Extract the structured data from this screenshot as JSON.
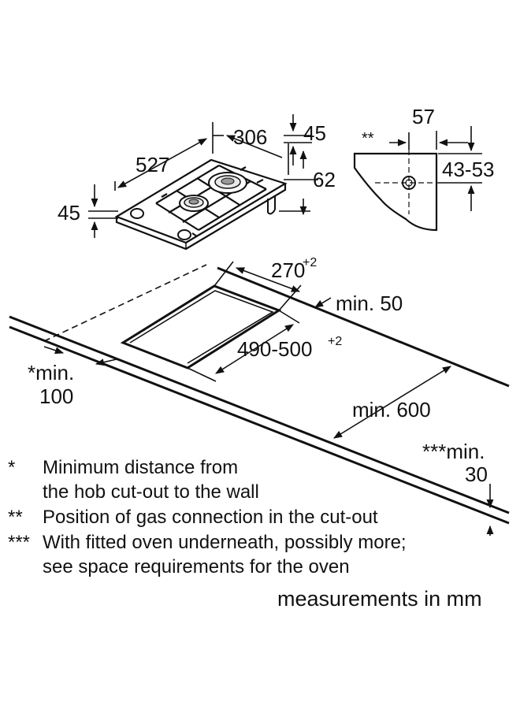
{
  "dimensions": {
    "hob_width": "306",
    "hob_depth": "527",
    "hob_thickness_left": "45",
    "hob_thickness_top": "45",
    "hob_height": "62",
    "gas_offset": "57",
    "gas_height": "43-53",
    "cutout_width": "270",
    "cutout_width_tol": "+2",
    "wall_min": "min. 50",
    "cutout_depth": "490-500",
    "cutout_depth_tol": "+2",
    "side_min_label": "*min.",
    "side_min_value": "100",
    "counter_depth": "min. 600",
    "oven_min_label": "***min.",
    "oven_min_value": "30",
    "gas_marker": "**"
  },
  "notes": [
    {
      "mark": "*",
      "lines": [
        "Minimum distance from",
        "the hob cut-out to the wall"
      ]
    },
    {
      "mark": "**",
      "lines": [
        "Position of gas connection in the cut-out"
      ]
    },
    {
      "mark": "***",
      "lines": [
        "With fitted oven underneath, possibly more;",
        "see space requirements for the oven"
      ]
    }
  ],
  "units": "measurements in mm"
}
